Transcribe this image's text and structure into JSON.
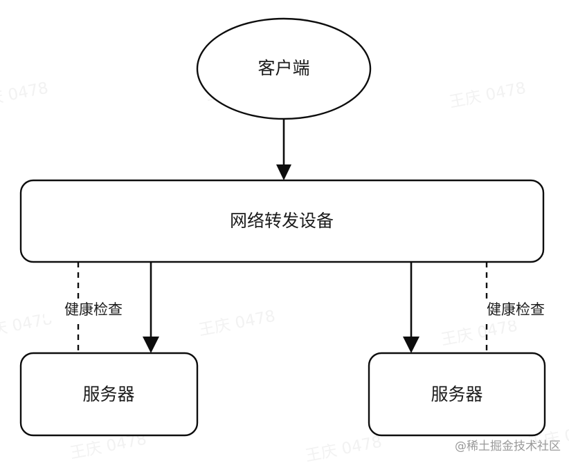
{
  "diagram": {
    "title_text": "",
    "nodes": [
      {
        "id": "client",
        "label": "客户端",
        "shape": "ellipse"
      },
      {
        "id": "forwarder",
        "label": "网络转发设备",
        "shape": "rounded-rect"
      },
      {
        "id": "server_left",
        "label": "服务器",
        "shape": "rounded-rect"
      },
      {
        "id": "server_right",
        "label": "服务器",
        "shape": "rounded-rect"
      }
    ],
    "edges": [
      {
        "from": "client",
        "to": "forwarder",
        "label": "",
        "style": "solid",
        "arrow": true
      },
      {
        "from": "forwarder",
        "to": "server_left",
        "label": "",
        "style": "solid",
        "arrow": true
      },
      {
        "from": "forwarder",
        "to": "server_right",
        "label": "",
        "style": "solid",
        "arrow": true
      },
      {
        "from": "forwarder",
        "to": "server_left",
        "label": "健康检查",
        "style": "dashed",
        "arrow": false
      },
      {
        "from": "forwarder",
        "to": "server_right",
        "label": "健康检查",
        "style": "dashed",
        "arrow": false
      }
    ],
    "edge_labels": {
      "health_check_left": "健康检查",
      "health_check_right": "健康检查"
    },
    "colors": {
      "background": "#ffffff",
      "stroke": "#0d0d0d",
      "node_fill": "#ffffff",
      "text": "#1b1b1b",
      "watermark": "#f2f2f2",
      "credit": "#9a9a9a"
    }
  },
  "watermark": {
    "text": "王庆 0478",
    "credit": "@稀土掘金技术社区"
  }
}
